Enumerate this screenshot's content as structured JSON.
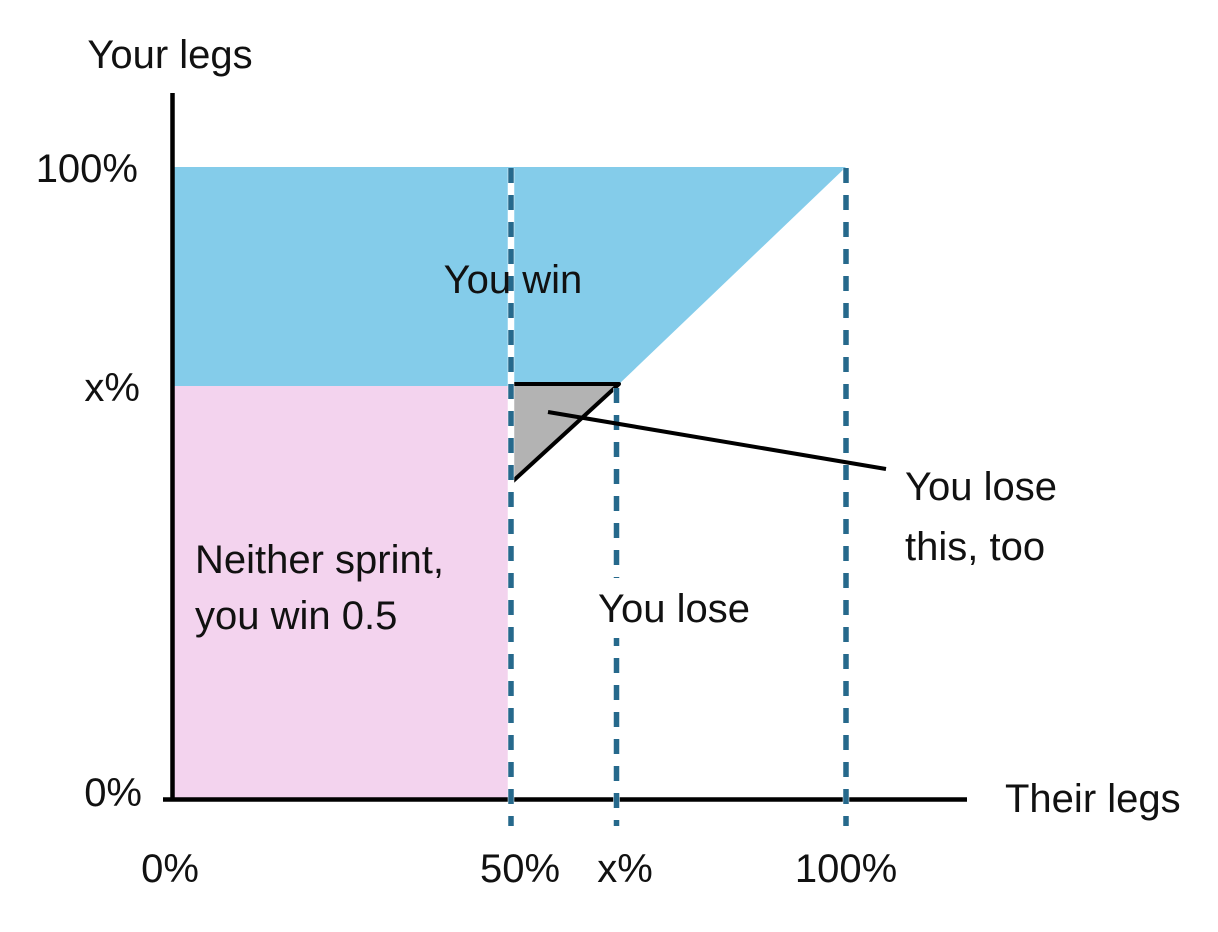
{
  "chart_data": {
    "type": "area",
    "title": "",
    "x_axis": {
      "label": "Their legs",
      "ticks": [
        "0%",
        "50%",
        "x%",
        "100%"
      ],
      "range_pct": [
        0,
        100
      ]
    },
    "y_axis": {
      "label": "Your legs",
      "ticks": [
        "0%",
        "x%",
        "100%"
      ],
      "range_pct": [
        0,
        100
      ]
    },
    "x_value_pct_estimate": 65,
    "regions": [
      {
        "name": "you-win",
        "label": "You win",
        "fill": "#84CCEA",
        "polygon_pct": [
          [
            0,
            65
          ],
          [
            0,
            100
          ],
          [
            100,
            100
          ],
          [
            65,
            65
          ]
        ]
      },
      {
        "name": "neither-sprint",
        "label": "Neither sprint, you win 0.5",
        "fill": "#F3D3EE",
        "polygon_pct": [
          [
            0,
            0
          ],
          [
            0,
            65
          ],
          [
            50,
            65
          ],
          [
            50,
            0
          ]
        ]
      },
      {
        "name": "you-lose",
        "label": "You lose",
        "fill": "#FFFFFF",
        "polygon_pct": [
          [
            50,
            0
          ],
          [
            50,
            50
          ],
          [
            65,
            65
          ],
          [
            100,
            100
          ],
          [
            100,
            0
          ]
        ]
      },
      {
        "name": "you-lose-this-too",
        "label": "You lose this, too",
        "fill": "#B3B3B3",
        "stroke": "#000000",
        "polygon_pct": [
          [
            50,
            65
          ],
          [
            65,
            65
          ],
          [
            50,
            50
          ]
        ]
      }
    ],
    "dashed_guide_lines_x_pct": [
      50,
      65,
      100
    ],
    "legend": null,
    "grid": false
  },
  "labels": {
    "y_axis_title": "Your legs",
    "x_axis_title": "Their legs",
    "y_tick_100": "100%",
    "y_tick_x": "x%",
    "y_tick_0": "0%",
    "x_tick_0": "0%",
    "x_tick_50": "50%",
    "x_tick_x": "x%",
    "x_tick_100": "100%",
    "region_you_win": "You win",
    "region_neither_line1": "Neither sprint,",
    "region_neither_line2": "you win 0.5",
    "region_you_lose": "You lose",
    "callout_line1": "You lose",
    "callout_line2": "this, too"
  },
  "colors": {
    "blue_region": "#84CCEA",
    "pink_region": "#F3D3EE",
    "gray_region": "#B3B3B3",
    "dash": "#26698C",
    "axis": "#000000",
    "text": "#111111",
    "white": "#FFFFFF"
  }
}
